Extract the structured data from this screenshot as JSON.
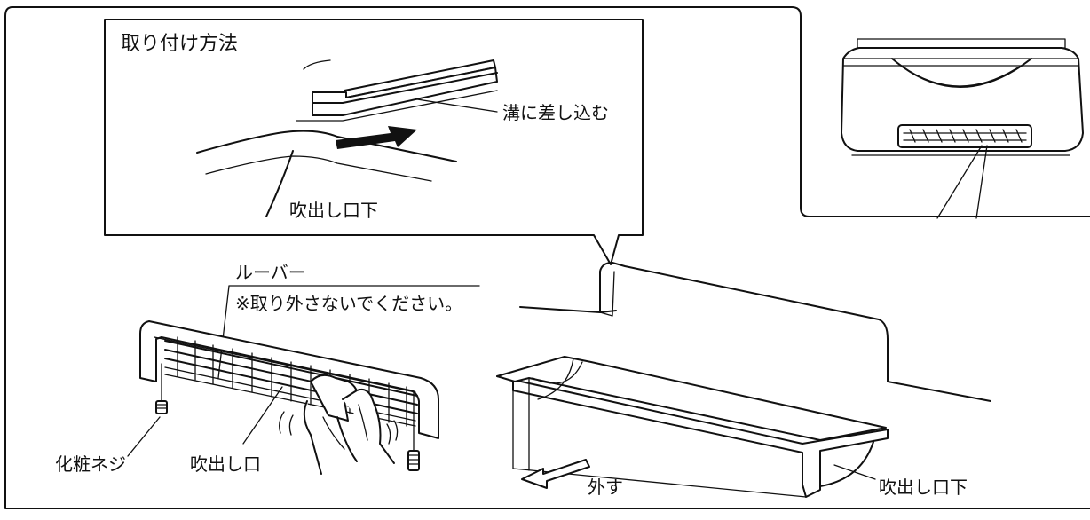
{
  "labels": {
    "title": "取り付け方法",
    "groove": "溝に差し込む",
    "outlet_under_inset": "吹出し口下",
    "louver": "ルーバー",
    "louver_note": "※取り外さないでください。",
    "screw": "化粧ネジ",
    "outlet": "吹出し口",
    "remove": "外す",
    "outlet_under": "吹出し口下"
  }
}
